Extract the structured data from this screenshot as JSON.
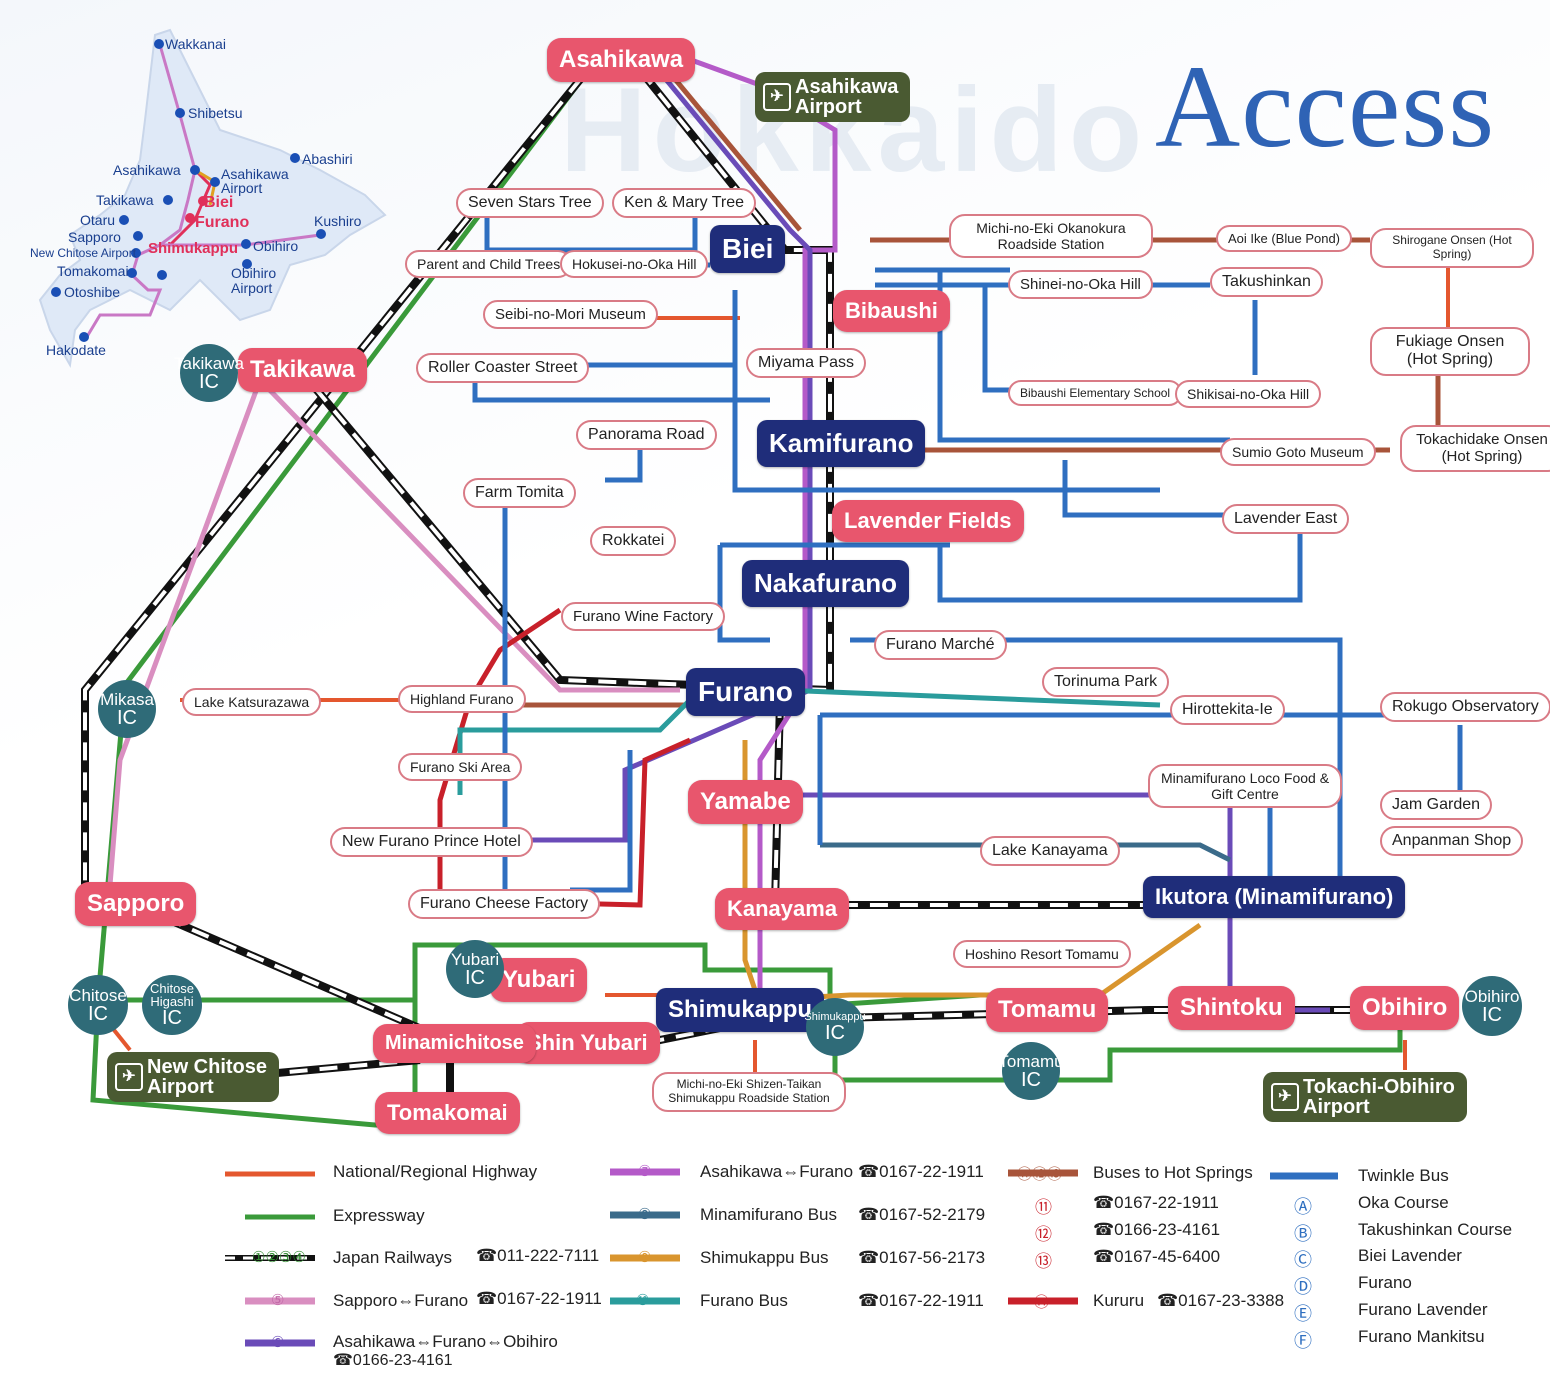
{
  "title": "Access",
  "watermark": "Hokkaido",
  "inset_map": {
    "places": [
      "Wakkanai",
      "Shibetsu",
      "Abashiri",
      "Asahikawa",
      "Asahikawa Airport",
      "Takikawa",
      "Biei",
      "Furano",
      "Kushiro",
      "Otaru",
      "Sapporo",
      "New Chitose Airport",
      "Shimukappu",
      "Obihiro",
      "Tomakomai",
      "Obihiro Airport",
      "Otoshibe",
      "Hakodate"
    ]
  },
  "stations": {
    "asahikawa": "Asahikawa",
    "takikawa": "Takikawa",
    "biei": "Biei",
    "kamifurano": "Kamifurano",
    "nakafurano": "Nakafurano",
    "furano": "Furano",
    "yamabe": "Yamabe",
    "kanayama": "Kanayama",
    "ikutora": "Ikutora (Minamifurano)",
    "sapporo": "Sapporo",
    "yubari": "Yubari",
    "shin_yubari": "Shin Yubari",
    "shimukappu": "Shimukappu",
    "tomamu": "Tomamu",
    "shintoku": "Shintoku",
    "obihiro": "Obihiro",
    "minamichitose": "Minamichitose",
    "tomakomai": "Tomakomai",
    "bibaushi": "Bibaushi",
    "lavender_fields": "Lavender Fields"
  },
  "airports": {
    "asahikawa": [
      "Asahikawa",
      "Airport"
    ],
    "new_chitose": [
      "New Chitose",
      "Airport"
    ],
    "tokachi": [
      "Tokachi-Obihiro",
      "Airport"
    ]
  },
  "interchanges": {
    "takikawa": [
      "Takikawa",
      "IC"
    ],
    "mikasa": [
      "Mikasa",
      "IC"
    ],
    "chitose": [
      "Chitose",
      "IC"
    ],
    "chitose_higashi": [
      "Chitose",
      "Higashi",
      "IC"
    ],
    "yubari": [
      "Yubari",
      "IC"
    ],
    "shimukappu": [
      "Shimukappu",
      "IC"
    ],
    "tomamu": [
      "Tomamu",
      "IC"
    ],
    "obihiro": [
      "Obihiro",
      "IC"
    ]
  },
  "spots": [
    "Seven Stars Tree",
    "Ken & Mary Tree",
    "Parent and Child Trees",
    "Hokusei-no-Oka Hill",
    "Seibi-no-Mori Museum",
    "Roller Coaster Street",
    "Miyama Pass",
    "Panorama Road",
    "Farm Tomita",
    "Rokkatei",
    "Furano Wine Factory",
    "Highland Furano",
    "Lake Katsurazawa",
    "Furano Ski Area",
    "New Furano Prince Hotel",
    "Furano Cheese Factory",
    "Michi-no-Eki Okanokura Roadside Station",
    "Aoi Ike (Blue Pond)",
    "Shirogane Onsen (Hot Spring)",
    "Shinei-no-Oka Hill",
    "Takushinkan",
    "Fukiage Onsen (Hot Spring)",
    "Bibaushi Elementary School",
    "Shikisai-no-Oka Hill",
    "Sumio Goto Museum",
    "Tokachidake Onsen (Hot Spring)",
    "Lavender East",
    "Furano Marché",
    "Torinuma Park",
    "Hirottekita-Ie",
    "Rokugo Observatory",
    "Minamifurano Loco Food & Gift Centre",
    "Jam Garden",
    "Anpanman Shop",
    "Lake Kanayama",
    "Hoshino Resort Tomamu",
    "Michi-no-Eki Shizen-Taikan Shimukappu Roadside Station"
  ],
  "legend": {
    "highway": "National/Regional Highway",
    "expressway": "Expressway",
    "jr": {
      "label": "Japan Railways",
      "tel": "☎011-222-7111",
      "nums": "①②③④"
    },
    "r5": {
      "label": "Sapporo⇔Furano",
      "tel": "☎0167-22-1911",
      "num": "⑤"
    },
    "r6": {
      "label": "Asahikawa⇔Furano⇔Obihiro",
      "tel": "☎0166-23-4161",
      "num": "⑥"
    },
    "r7": {
      "label": "Asahikawa⇔Furano",
      "tel": "☎0167-22-1911",
      "num": "⑦"
    },
    "r8": {
      "label": "Minamifurano Bus",
      "tel": "☎0167-52-2179",
      "num": "⑧"
    },
    "r9": {
      "label": "Shimukappu Bus",
      "tel": "☎0167-56-2173",
      "num": "⑨"
    },
    "r10": {
      "label": "Furano Bus",
      "tel": "☎0167-22-1911",
      "num": "⑩"
    },
    "hot": {
      "label": "Buses to Hot Springs",
      "nums": "⑪⑫⑬",
      "t11": "☎0167-22-1911",
      "t12": "☎0166-23-4161",
      "t13": "☎0167-45-6400"
    },
    "r14": {
      "label": "Kururu",
      "tel": "☎0167-23-3388",
      "num": "⑭"
    },
    "twinkle": {
      "label": "Twinkle Bus",
      "courses": [
        {
          "mark": "Ⓐ",
          "name": "Oka Course"
        },
        {
          "mark": "Ⓑ",
          "name": "Takushinkan Course"
        },
        {
          "mark": "Ⓒ",
          "name": "Biei Lavender"
        },
        {
          "mark": "Ⓓ",
          "name": "Furano"
        },
        {
          "mark": "Ⓔ",
          "name": "Furano Lavender"
        },
        {
          "mark": "Ⓕ",
          "name": "Furano Mankitsu"
        }
      ]
    }
  },
  "colors": {
    "highway": "#e4572e",
    "expressway": "#3a9a3a",
    "jr": "#111111",
    "r5": "#d98ec0",
    "r6": "#6a4bb8",
    "r7": "#b45ac8",
    "r8": "#3b6b8a",
    "r9": "#d9952e",
    "r10": "#2a9c9c",
    "hot": "#a8543a",
    "r14": "#c8202a",
    "twinkle": "#2f6fc0",
    "station_pink": "#e8566d",
    "station_navy": "#1f2d7a",
    "ic_teal": "#2f6b78",
    "airport_green": "#4a5a32"
  }
}
